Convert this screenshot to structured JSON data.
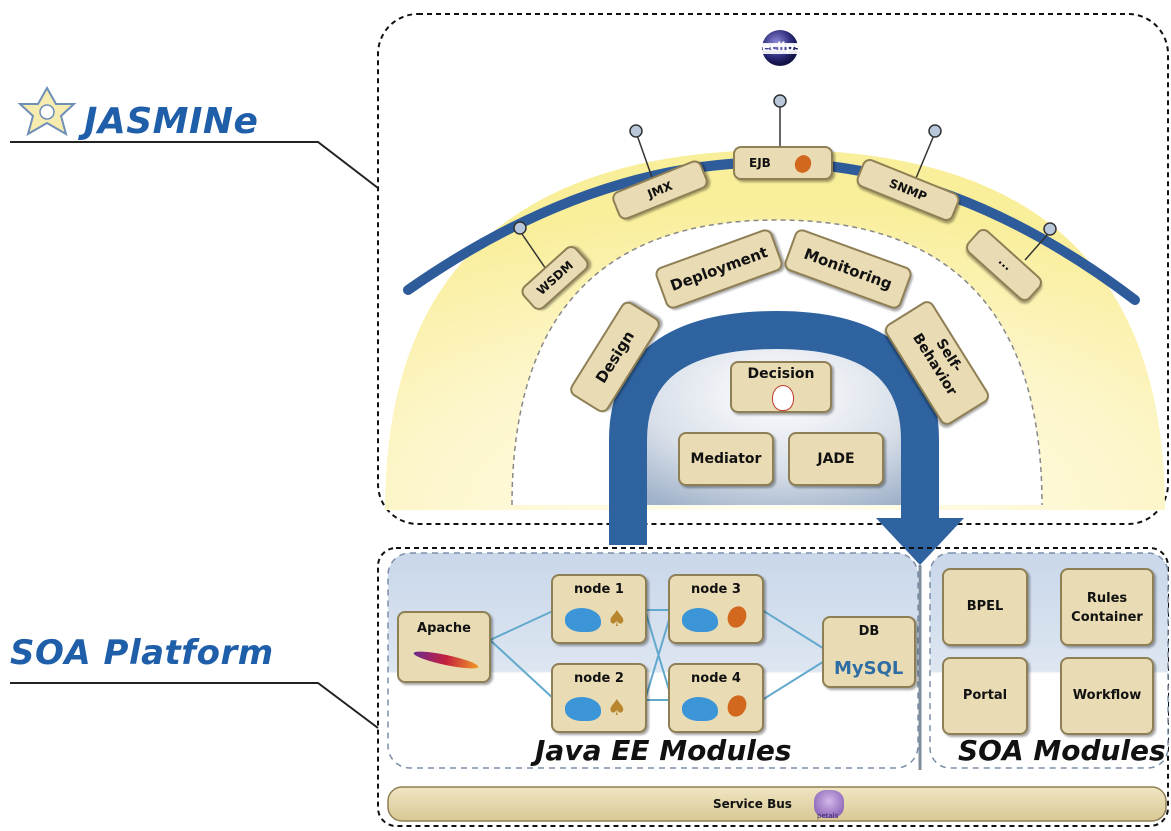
{
  "labels": {
    "jasmine": "JASMINe",
    "soa_platform": "SOA Platform",
    "eclipse": "eclipse"
  },
  "arc_items": [
    "WSDM",
    "JMX",
    "EJB",
    "SNMP",
    "..."
  ],
  "ring_items": [
    "Design",
    "Deployment",
    "Monitoring",
    "Self-\nBehavior"
  ],
  "core": {
    "decision": "Decision",
    "mediator": "Mediator",
    "jade": "JADE"
  },
  "java_ee": {
    "title": "Java EE Modules",
    "apache": "Apache",
    "nodes": [
      "node 1",
      "node 3",
      "node 2",
      "node 4"
    ],
    "db": "DB",
    "mysql": "MySQL"
  },
  "soa_modules": {
    "title": "SOA Modules",
    "items": [
      "BPEL",
      "Rules\nContainer",
      "Portal",
      "Workflow"
    ]
  },
  "service_bus": "Service Bus",
  "petals": "petals",
  "colors": {
    "brand_blue": "#1f5ea8",
    "arrow_blue": "#2e63a0",
    "arc_blue": "#2e5c9b",
    "box_fill": "#e9dcb4",
    "box_border": "#8f7f55",
    "halo_yellow": "#fbf5c4",
    "soa_panel": "#cfdcec"
  }
}
